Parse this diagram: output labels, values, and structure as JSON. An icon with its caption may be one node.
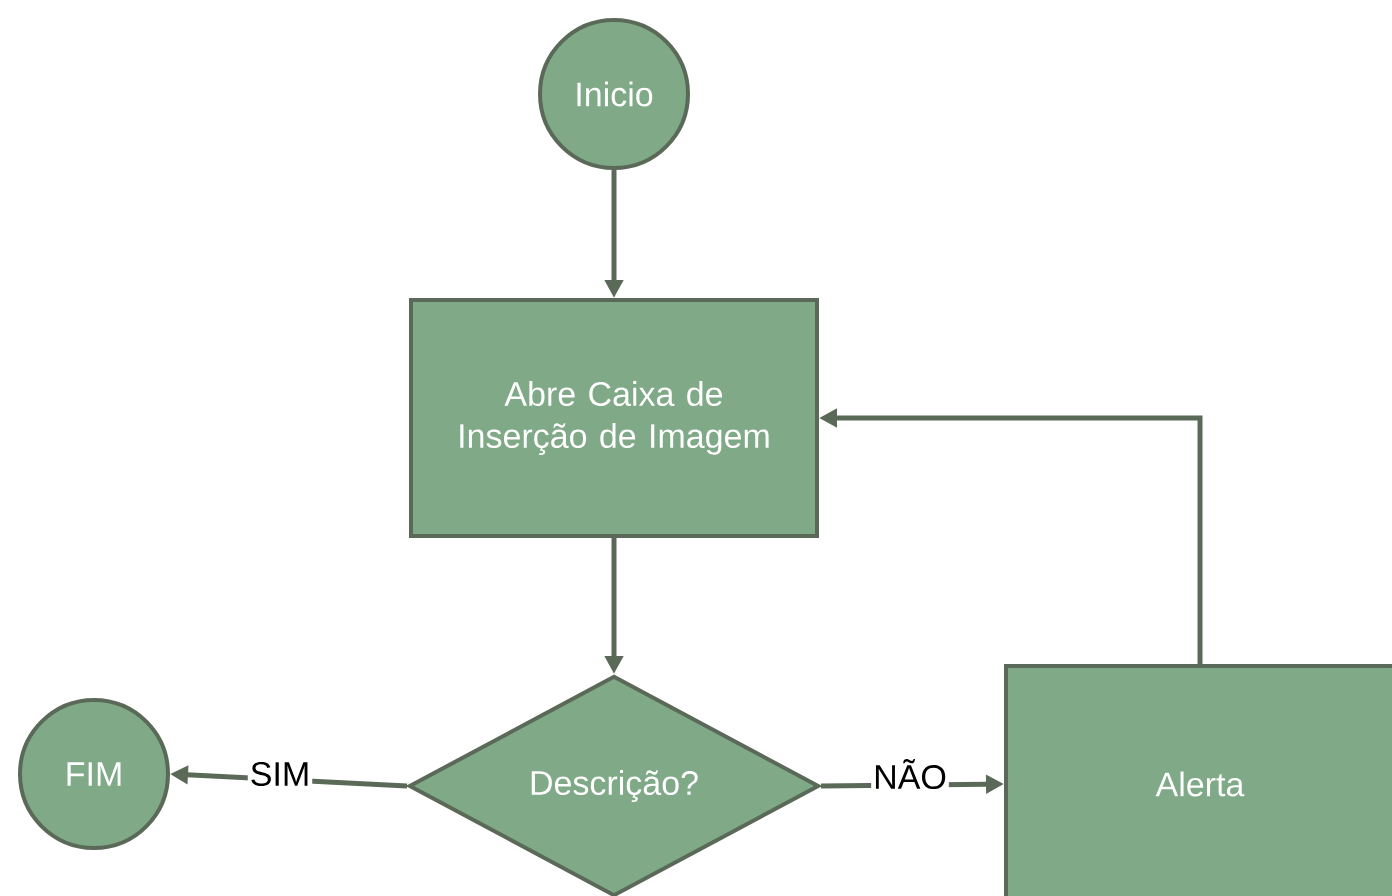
{
  "diagram": {
    "nodes": [
      {
        "text": [
          "Inicio"
        ]
      },
      {
        "text": [
          "Abre Caixa de Inserção de Imagem"
        ]
      },
      {
        "text": [
          "FIM"
        ]
      },
      {
        "text": [
          "Descrição?"
        ]
      },
      {
        "text": [
          "Alerta"
        ]
      }
    ],
    "edges": [
      {
        "from": 0,
        "to": 1,
        "arrow": "to"
      },
      {
        "from": 1,
        "to": 3,
        "arrow": "to"
      },
      {
        "from": 3,
        "to": 2,
        "arrow": "to",
        "label": "SIM"
      },
      {
        "from": 3,
        "to": 4,
        "arrow": "to",
        "label": "NÃO"
      },
      {
        "from": 4,
        "to": 1,
        "arrow": "to"
      }
    ]
  }
}
